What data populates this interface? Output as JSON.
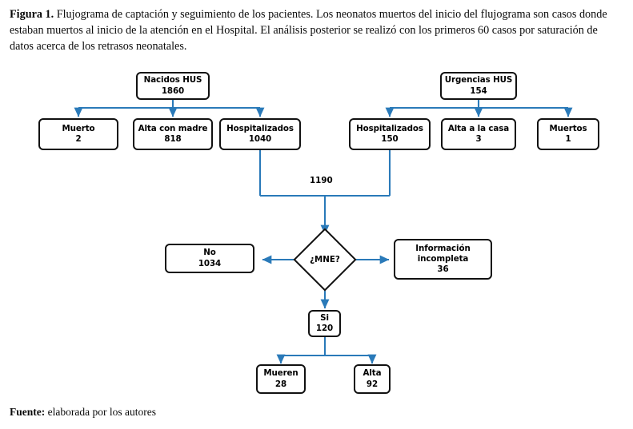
{
  "caption": {
    "lead": "Figura 1.",
    "text": " Flujograma de captación y seguimiento de los pacientes. Los neonatos muertos del inicio del flujograma son casos donde estaban muertos al inicio de la atención en el Hospital. El análisis posterior se realizó con los primeros 60 casos por saturación de datos acerca de los retrasos neonatales."
  },
  "footer": {
    "lead": "Fuente:",
    "text": " elaborada por los autores"
  },
  "colors": {
    "connector": "#2a7ab9",
    "node_border": "#111111",
    "node_fill": "#ffffff",
    "text": "#000000"
  },
  "chart_data": {
    "type": "diagram",
    "title": "Flujograma de captación y seguimiento de los pacientes",
    "nodes": [
      {
        "id": "nacidos",
        "label": "Nacidos HUS",
        "value": "1860"
      },
      {
        "id": "muerto",
        "label": "Muerto",
        "value": "2"
      },
      {
        "id": "alta_madre",
        "label": "Alta con madre",
        "value": "818"
      },
      {
        "id": "hosp_nac",
        "label": "Hospitalizados",
        "value": "1040"
      },
      {
        "id": "urgencias",
        "label": "Urgencias HUS",
        "value": "154"
      },
      {
        "id": "hosp_urg",
        "label": "Hospitalizados",
        "value": "150"
      },
      {
        "id": "alta_casa",
        "label": "Alta a la casa",
        "value": "3"
      },
      {
        "id": "muertos",
        "label": "Muertos",
        "value": "1"
      },
      {
        "id": "mne",
        "label": "¿MNE?",
        "value": ""
      },
      {
        "id": "no",
        "label": "No",
        "value": "1034"
      },
      {
        "id": "info_incompleta",
        "label": "Información incompleta",
        "value": "36"
      },
      {
        "id": "si",
        "label": "Si",
        "value": "120"
      },
      {
        "id": "mueren",
        "label": "Mueren",
        "value": "28"
      },
      {
        "id": "alta",
        "label": "Alta",
        "value": "92"
      }
    ],
    "edges": [
      {
        "from": "nacidos",
        "to": "muerto",
        "label": ""
      },
      {
        "from": "nacidos",
        "to": "alta_madre",
        "label": ""
      },
      {
        "from": "nacidos",
        "to": "hosp_nac",
        "label": ""
      },
      {
        "from": "urgencias",
        "to": "hosp_urg",
        "label": ""
      },
      {
        "from": "urgencias",
        "to": "alta_casa",
        "label": ""
      },
      {
        "from": "urgencias",
        "to": "muertos",
        "label": ""
      },
      {
        "from": "hosp_nac",
        "to": "mne",
        "label": "1190"
      },
      {
        "from": "hosp_urg",
        "to": "mne",
        "label": "1190"
      },
      {
        "from": "mne",
        "to": "no",
        "label": ""
      },
      {
        "from": "mne",
        "to": "info_incompleta",
        "label": ""
      },
      {
        "from": "mne",
        "to": "si",
        "label": ""
      },
      {
        "from": "si",
        "to": "mueren",
        "label": ""
      },
      {
        "from": "si",
        "to": "alta",
        "label": ""
      }
    ],
    "edge_labels": [
      {
        "id": "merge_total",
        "text": "1190"
      }
    ]
  }
}
